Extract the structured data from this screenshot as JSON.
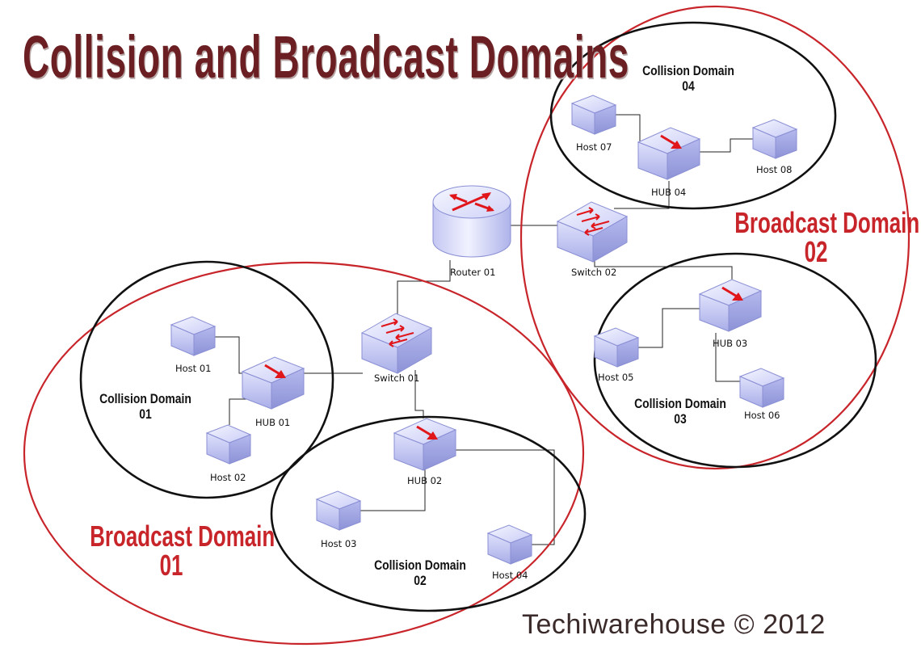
{
  "title": "Collision and Broadcast Domains",
  "credit": "Techiwarehouse © 2012",
  "broadcast_domains": [
    {
      "line1": "Broadcast Domain",
      "line2": "01"
    },
    {
      "line1": "Broadcast Domain",
      "line2": "02"
    }
  ],
  "collision_domains": [
    {
      "line1": "Collision Domain",
      "line2": "01"
    },
    {
      "line1": "Collision Domain",
      "line2": "02"
    },
    {
      "line1": "Collision Domain",
      "line2": "03"
    },
    {
      "line1": "Collision Domain",
      "line2": "04"
    }
  ],
  "devices": {
    "router": "Router 01",
    "switch1": "Switch 01",
    "switch2": "Switch 02",
    "hub1": "HUB 01",
    "hub2": "HUB 02",
    "hub3": "HUB 03",
    "hub4": "HUB 04",
    "host1": "Host 01",
    "host2": "Host 02",
    "host3": "Host 03",
    "host4": "Host 04",
    "host5": "Host 05",
    "host6": "Host 06",
    "host7": "Host 07",
    "host8": "Host 08"
  },
  "colors": {
    "title": "#6b1f22",
    "broadcast": "#c8252b",
    "collision_outline": "#111111",
    "device_top": "#eceeff",
    "device_side": "#b8bcf0",
    "arrow": "#e0161b"
  }
}
